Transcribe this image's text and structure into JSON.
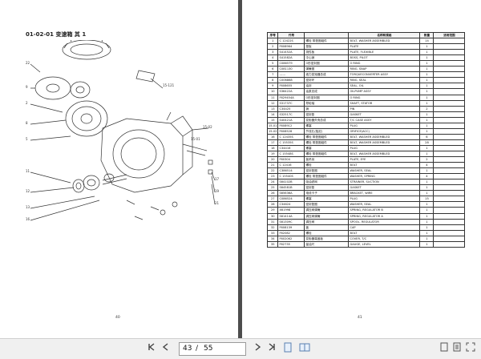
{
  "left_page": {
    "title": "01-02-01 变速箱 其 1",
    "page_number": "40",
    "callouts": [
      "15-121",
      "15-02",
      "15-01"
    ]
  },
  "right_page": {
    "page_number": "41",
    "headers": [
      "序号",
      "代号",
      "",
      "名称和规格",
      "数量",
      "适用范围"
    ],
    "rows": [
      [
        "1",
        "C 12422S",
        "螺栓 带垫圈组件",
        "BOLT, WASHER ASSEMBLED",
        "14",
        ""
      ],
      [
        "2",
        "F608964",
        "垫板",
        "PLATE",
        "1",
        ""
      ],
      [
        "3",
        "S41452A",
        "挠性板",
        "PLATE, FLEXIBLE",
        "1",
        ""
      ],
      [
        "4",
        "S41582A",
        "中心销",
        "BOSS, PILOT",
        "1",
        ""
      ],
      [
        "5",
        "C086579",
        "O形密封圈",
        "O RING",
        "1",
        ""
      ],
      [
        "6",
        "C081130",
        "弹簧圈",
        "RING, SNAP",
        "1",
        ""
      ],
      [
        "7",
        "------",
        "液力变矩器总成",
        "TORQUECONVERTER ASSY",
        "1",
        ""
      ],
      [
        "8",
        "C006868",
        "密封环",
        "RING, SEAL",
        "1",
        ""
      ],
      [
        "9",
        "F608655",
        "油封",
        "SEAL, OIL",
        "1",
        ""
      ],
      [
        "10",
        "S36422A",
        "油泵总成",
        "OILPUMP ASSY",
        "1",
        ""
      ],
      [
        "11",
        "F629454A",
        "O形密封圈",
        "O RING",
        "1",
        ""
      ],
      [
        "12",
        "S31737C",
        "导轮轴",
        "SHAFT, STATOR",
        "1",
        ""
      ],
      [
        "13",
        "C34425",
        "销",
        "PIN",
        "2",
        ""
      ],
      [
        "14",
        "S32517C",
        "密封垫",
        "GASKET",
        "1",
        ""
      ],
      [
        "15",
        "S40421A",
        "变矩器外壳总成",
        "T/C CASE ASSY",
        "1",
        ""
      ],
      [
        "15-01",
        "F608912",
        "螺塞",
        "PLUG",
        "1",
        ""
      ],
      [
        "15-02",
        "F608528",
        "节流孔(阻尼)",
        "ORIFICE(ACC)",
        "1",
        ""
      ],
      [
        "16",
        "C 12435S",
        "螺栓 带垫圈组件",
        "BOLT, WASHER ASSEMBLED",
        "6",
        ""
      ],
      [
        "17",
        "C 15535S",
        "螺栓 带垫圈组件",
        "BOLT, WASHER ASSEMBLED",
        "28",
        ""
      ],
      [
        "18",
        "C34416",
        "螺塞",
        "PLUG",
        "1",
        ""
      ],
      [
        "19",
        "C 15548S",
        "螺栓 带垫圈组件",
        "BOLT, WASHER ASSEMBLED",
        "1",
        ""
      ],
      [
        "20",
        "F60304",
        "板吊耳",
        "PLATE, EYE",
        "2",
        ""
      ],
      [
        "21",
        "C 12416",
        "螺栓",
        "BOLT",
        "4",
        ""
      ],
      [
        "22",
        "C386514",
        "密封垫圈",
        "WASHER, SEAL",
        "1",
        ""
      ],
      [
        "23",
        "C 15540S",
        "螺栓 带垫圈组件",
        "WASHER, SPRING",
        "4",
        ""
      ],
      [
        "24",
        "S64102B",
        "吸油滤网",
        "STRAINER, SUCTION",
        "1",
        ""
      ],
      [
        "25",
        "S64581B",
        "密封垫",
        "GASKET",
        "1",
        ""
      ],
      [
        "26",
        "S65636A",
        "电线卡子",
        "BRACKET, WIRE",
        "1",
        ""
      ],
      [
        "27",
        "C086524",
        "螺塞",
        "PLUG",
        "15",
        ""
      ],
      [
        "28",
        "C34624",
        "密封垫圈",
        "WASHER, SEAL",
        "1",
        ""
      ],
      [
        "29",
        "X61998",
        "调压阀弹簧",
        "SPRING, REGULATOR B",
        "1",
        ""
      ],
      [
        "30",
        "S61414A",
        "调压阀弹簧",
        "SPRING, REGULATOR A",
        "1",
        ""
      ],
      [
        "31",
        "S61309C",
        "调压阀",
        "SPOOL, REGULATOR",
        "1",
        ""
      ],
      [
        "32",
        "F608139",
        "盖",
        "CAP",
        "1",
        ""
      ],
      [
        "33",
        "F62082",
        "螺栓",
        "BOLT",
        "1",
        ""
      ],
      [
        "34",
        "F602062",
        "变矩器端盖板",
        "COVER, T/C",
        "1",
        ""
      ],
      [
        "35",
        "F62735",
        "量油尺",
        "GAUGE, LEVEL",
        "1",
        ""
      ]
    ]
  },
  "toolbar": {
    "current_page": "43",
    "separator": "/",
    "total_pages": "55",
    "first_icon": "first-page-icon",
    "prev_icon": "prev-page-icon",
    "next_icon": "next-page-icon",
    "last_icon": "last-page-icon"
  }
}
